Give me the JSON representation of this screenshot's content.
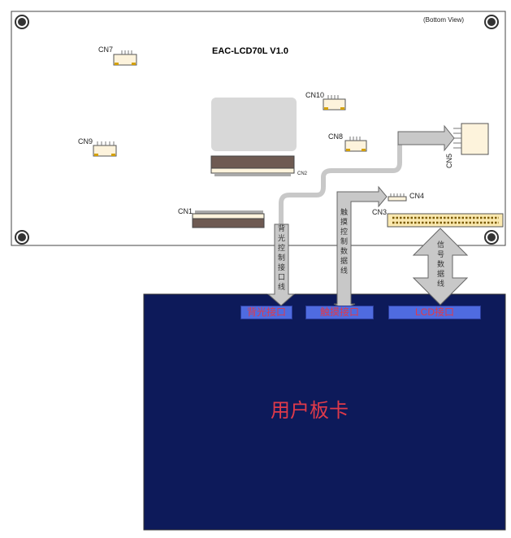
{
  "board": {
    "title": "EAC-LCD70L V1.0",
    "view": "(Bottom View)",
    "connectors": {
      "cn1": "CN1",
      "cn2": "CN2",
      "cn3": "CN3",
      "cn4": "CN4",
      "cn5": "CN5",
      "cn7": "CN7",
      "cn8": "CN8",
      "cn9": "CN9",
      "cn10": "CN10"
    }
  },
  "cables": {
    "backlight": "背光控制接口线",
    "touch": "触摸控制数据线",
    "signal": "信号数据线"
  },
  "user_board": {
    "title": "用户板卡",
    "ports": {
      "backlight": "背光接口",
      "touch": "触摸接口",
      "lcd": "LCD接口"
    }
  },
  "colors": {
    "user_board": "#0d1a5a",
    "port": "#4f6be0",
    "port_text": "#e03a4a",
    "cable": "#c8c8c8"
  }
}
